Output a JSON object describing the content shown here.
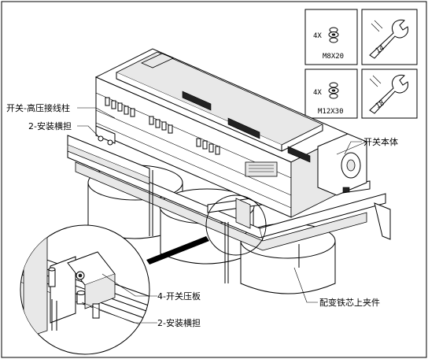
{
  "labels": {
    "switch_hv_terminal": "开关-高压接线柱",
    "mounting_bracket_2": "2-安装横担",
    "switch_body": "开关本体",
    "switch_plate_4": "4-开关压板",
    "mounting_bracket_2b": "2-安装横担",
    "transformer_core_clamp": "配变铁芯上夹件"
  },
  "specs": {
    "bolt_m8": {
      "qty": "4X",
      "size": "M8X20",
      "wrench": "14"
    },
    "bolt_m12": {
      "qty": "4X",
      "size": "M12X30",
      "wrench": "18"
    }
  }
}
